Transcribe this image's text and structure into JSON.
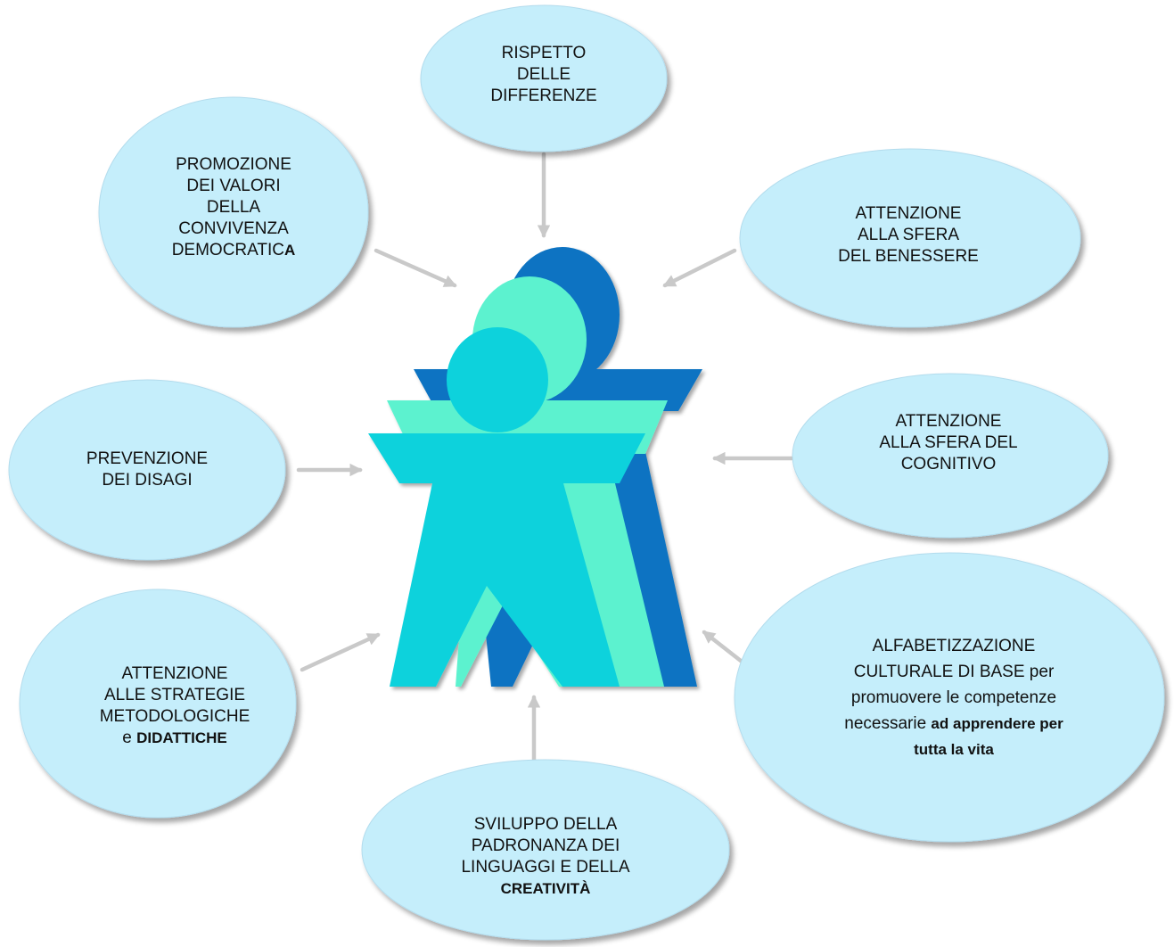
{
  "palette": {
    "ellipse_fill": "#c5eefb",
    "ellipse_stroke": "#b3dced",
    "figure_back": "#0a73c2",
    "figure_middle": "#5cf2cf",
    "figure_front": "#10d2dc",
    "arrow": "#c9c9c9"
  },
  "nodes": {
    "rispetto": [
      [
        {
          "t": "RISPETTO",
          "b": false
        }
      ],
      [
        {
          "t": "DELLE",
          "b": false
        }
      ],
      [
        {
          "t": "DIFFERENZE",
          "b": false
        }
      ]
    ],
    "promozione": [
      [
        {
          "t": "PROMOZIONE",
          "b": false
        }
      ],
      [
        {
          "t": "DEI VALORI",
          "b": false
        }
      ],
      [
        {
          "t": "DELLA",
          "b": false
        }
      ],
      [
        {
          "t": "CONVIVENZA",
          "b": false
        }
      ],
      [
        {
          "t": "DEMOCRATIC",
          "b": false
        },
        {
          "t": "A",
          "b": true
        }
      ]
    ],
    "benessere": [
      [
        {
          "t": "ATTENZIONE",
          "b": false
        }
      ],
      [
        {
          "t": "ALLA SFERA",
          "b": false
        }
      ],
      [
        {
          "t": "DEL BENESSERE",
          "b": false
        }
      ]
    ],
    "prevenzione": [
      [
        {
          "t": "PREVENZIONE",
          "b": false
        }
      ],
      [
        {
          "t": "DEI  DISAGI",
          "b": false
        }
      ]
    ],
    "cognitivo": [
      [
        {
          "t": "ATTENZIONE",
          "b": false
        }
      ],
      [
        {
          "t": "ALLA SFERA  DEL",
          "b": false
        }
      ],
      [
        {
          "t": "COGNITIVO",
          "b": false
        }
      ]
    ],
    "strategie": [
      [
        {
          "t": "ATTENZIONE",
          "b": false
        }
      ],
      [
        {
          "t": "ALLE STRATEGIE",
          "b": false
        }
      ],
      [
        {
          "t": "METODOLOGICHE",
          "b": false
        }
      ],
      [
        {
          "t": "e  ",
          "b": false
        },
        {
          "t": "DIDATTICHE",
          "b": true
        }
      ]
    ],
    "alfabetizzazione": [
      [
        {
          "t": "ALFABETIZZAZIONE",
          "b": false
        }
      ],
      [
        {
          "t": "CULTURALE  DI BASE  per",
          "b": false
        }
      ],
      [
        {
          "t": "promuovere le competenze",
          "b": false
        }
      ],
      [
        {
          "t": "necessarie ",
          "b": false
        },
        {
          "t": "ad apprendere per",
          "b": true
        }
      ],
      [
        {
          "t": "tutta  la vit",
          "b": true
        },
        {
          "t": "a",
          "b": true
        }
      ]
    ],
    "sviluppo": [
      [
        {
          "t": "SVILUPPO DELLA",
          "b": false
        }
      ],
      [
        {
          "t": "PADRONANZA DEI",
          "b": false
        }
      ],
      [
        {
          "t": "LINGUAGGI E DELLA",
          "b": false
        }
      ],
      [
        {
          "t": "CREATIVITÀ",
          "b": true
        }
      ]
    ]
  }
}
